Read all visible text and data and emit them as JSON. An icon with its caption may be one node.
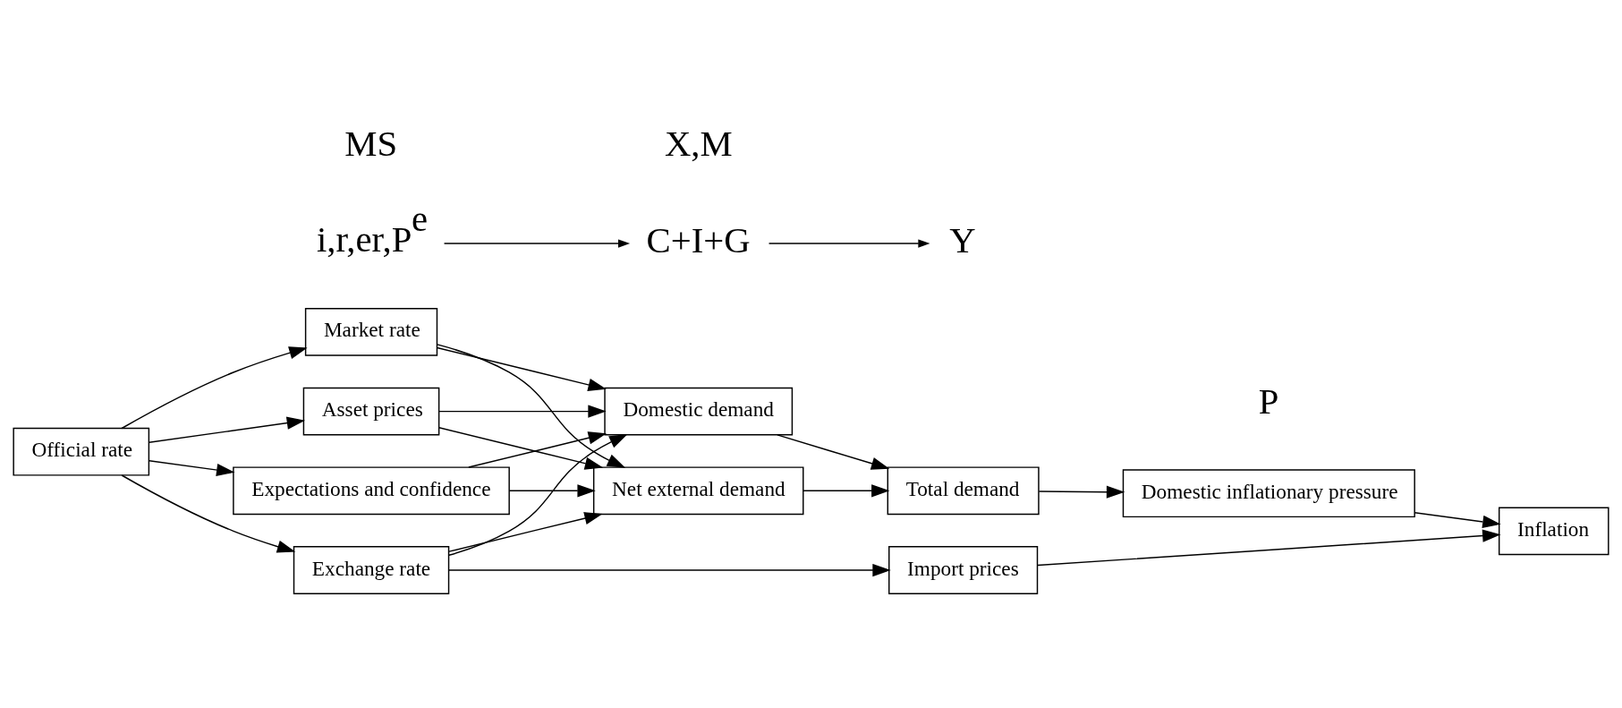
{
  "diagram": {
    "nodes": [
      {
        "text": [
          "Official rate"
        ]
      },
      {
        "text": [
          "Market rate"
        ]
      },
      {
        "text": [
          "Asset prices"
        ]
      },
      {
        "text": [
          "Expectations and confidence"
        ]
      },
      {
        "text": [
          "Exchange rate"
        ]
      },
      {
        "text": [
          "Domestic demand"
        ]
      },
      {
        "text": [
          "Net external demand"
        ]
      },
      {
        "text": [
          "Total demand"
        ]
      },
      {
        "text": [
          "Domestic inflationary pressure"
        ]
      },
      {
        "text": [
          "Import prices"
        ]
      },
      {
        "text": [
          "Inflation"
        ]
      },
      {
        "text": [
          "i,r,er,P$^{e}$"
        ]
      },
      {
        "text": [
          "C+I+G"
        ]
      },
      {
        "text": [
          "Y"
        ]
      }
    ],
    "edges": [
      {
        "from": 0,
        "to": 1,
        "arrow": "to"
      },
      {
        "from": 0,
        "to": 2,
        "arrow": "to"
      },
      {
        "from": 0,
        "to": 3,
        "arrow": "to"
      },
      {
        "from": 0,
        "to": 4,
        "arrow": "to"
      },
      {
        "from": 1,
        "to": 5,
        "arrow": "to"
      },
      {
        "from": 1,
        "to": 6,
        "arrow": "to"
      },
      {
        "from": 2,
        "to": 5,
        "arrow": "to"
      },
      {
        "from": 2,
        "to": 6,
        "arrow": "to"
      },
      {
        "from": 3,
        "to": 5,
        "arrow": "to"
      },
      {
        "from": 3,
        "to": 6,
        "arrow": "to"
      },
      {
        "from": 4,
        "to": 5,
        "arrow": "to"
      },
      {
        "from": 4,
        "to": 6,
        "arrow": "to"
      },
      {
        "from": 4,
        "to": 9,
        "arrow": "to"
      },
      {
        "from": 5,
        "to": 7,
        "arrow": "to"
      },
      {
        "from": 6,
        "to": 7,
        "arrow": "to"
      },
      {
        "from": 7,
        "to": 8,
        "arrow": "to"
      },
      {
        "from": 8,
        "to": 10,
        "arrow": "to"
      },
      {
        "from": 9,
        "to": 10,
        "arrow": "to"
      },
      {
        "from": 11,
        "to": 12,
        "arrow": "to"
      },
      {
        "from": 12,
        "to": 13,
        "arrow": "to"
      }
    ],
    "labels": [
      "P",
      "MS",
      "X,M"
    ]
  }
}
